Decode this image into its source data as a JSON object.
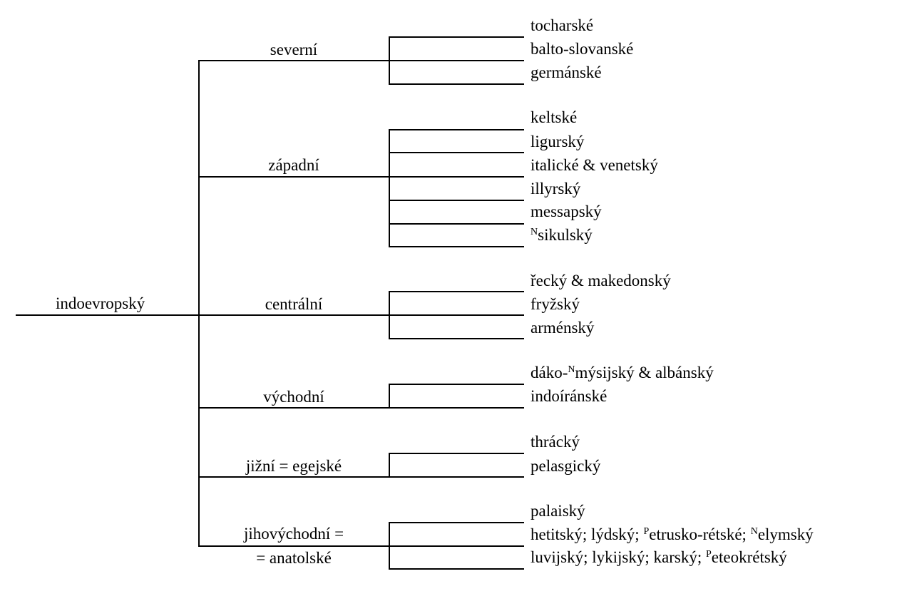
{
  "root": {
    "label": "indoevropský"
  },
  "groups": [
    {
      "label": "severní",
      "leaves": [
        {
          "text": "tocharské"
        },
        {
          "text": "balto-slovanské"
        },
        {
          "text": "germánské"
        }
      ]
    },
    {
      "label": "západní",
      "leaves": [
        {
          "text": "keltské"
        },
        {
          "text": "ligurský"
        },
        {
          "text": "italické & venetský"
        },
        {
          "text": "illyrský"
        },
        {
          "text": "messapský"
        },
        {
          "text": "sikulský",
          "prefix_mark": "N"
        }
      ]
    },
    {
      "label": "centrální",
      "leaves": [
        {
          "text": "řecký & makedonský"
        },
        {
          "text": "fryžský"
        },
        {
          "text": "arménský"
        }
      ]
    },
    {
      "label": "východní",
      "leaves": [
        {
          "text": "dáko-",
          "mark": "N",
          "text2": "mýsijský & albánský"
        },
        {
          "text": "indoíránské"
        }
      ]
    },
    {
      "label": "jižní = egejské",
      "leaves": [
        {
          "text": "thrácký"
        },
        {
          "text": "pelasgický"
        }
      ]
    },
    {
      "label": "jihovýchodní =",
      "label2": "= anatolské",
      "leaves": [
        {
          "text": "palaiský"
        },
        {
          "text": "hetitský; lýdský; ",
          "mark": "P",
          "text2": "etrusko-rétské; ",
          "mark2": "N",
          "text3": "elymský"
        },
        {
          "text": "luvijský; lykijský; karský; ",
          "mark": "P",
          "text2": "eteokrétský"
        }
      ]
    }
  ]
}
